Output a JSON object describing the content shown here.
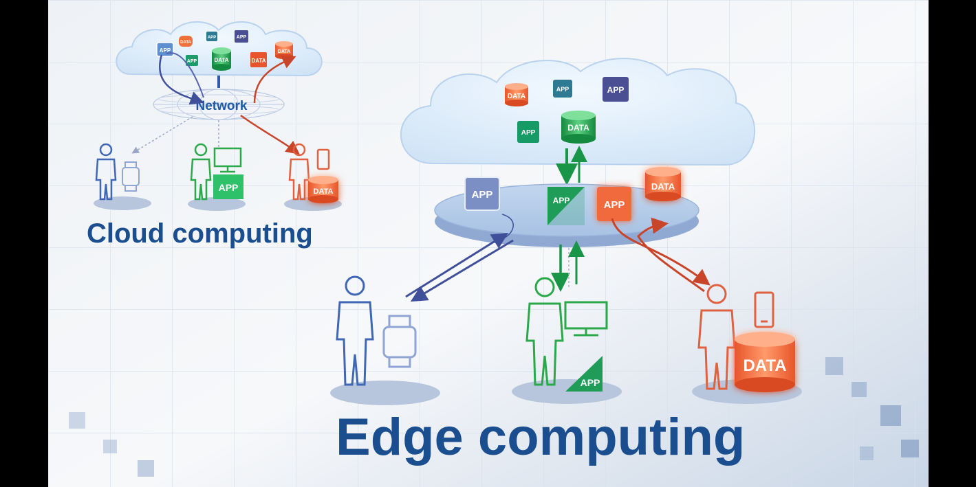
{
  "colors": {
    "title": "#1a4e8f",
    "blue_user": "#3f67b4",
    "green_user": "#2aa84a",
    "orange_user": "#e0613f",
    "app_purple": "#4a4f93",
    "app_green": "#169a66",
    "app_teal": "#2d7a92",
    "app_orange": "#f06a3c",
    "data_orange": "#f0703c",
    "data_green": "#189e4e",
    "network_text": "#1e5aa6"
  },
  "icons": {
    "person": "person-icon",
    "watch": "smartwatch-icon",
    "monitor": "monitor-icon",
    "phone": "smartphone-icon",
    "database": "database-icon",
    "cloud": "cloud-icon",
    "network": "globe-icon"
  },
  "cloud_diagram": {
    "title": "Cloud computing",
    "network_label": "Network",
    "cloud_items": [
      "APP",
      "DATA",
      "APP",
      "APP",
      "DATA",
      "APP",
      "DATA"
    ],
    "user_badges": [
      "APP",
      "DATA"
    ]
  },
  "edge_diagram": {
    "title": "Edge computing",
    "cloud_items": [
      "DATA",
      "APP",
      "APP",
      "APP",
      "DATA"
    ],
    "edge_items": [
      "APP",
      "APP",
      "APP",
      "DATA"
    ],
    "user_badges": [
      "APP",
      "DATA"
    ]
  }
}
